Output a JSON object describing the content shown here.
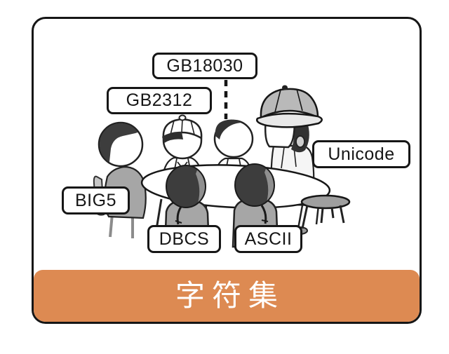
{
  "banner": {
    "title": "字符集"
  },
  "labels": {
    "gb18030": "GB18030",
    "gb2312": "GB2312",
    "unicode": "Unicode",
    "big5": "BIG5",
    "dbcs": "DBCS",
    "ascii": "ASCII"
  },
  "colors": {
    "banner_bg": "#DD8A52",
    "banner_text": "#FFFFFF",
    "label_bg": "#FFFFFF",
    "outline": "#161616",
    "hair_dark": "#3D3D3D",
    "clothing_gray": "#A6A6A6",
    "hat_gray": "#B9B9B9"
  }
}
